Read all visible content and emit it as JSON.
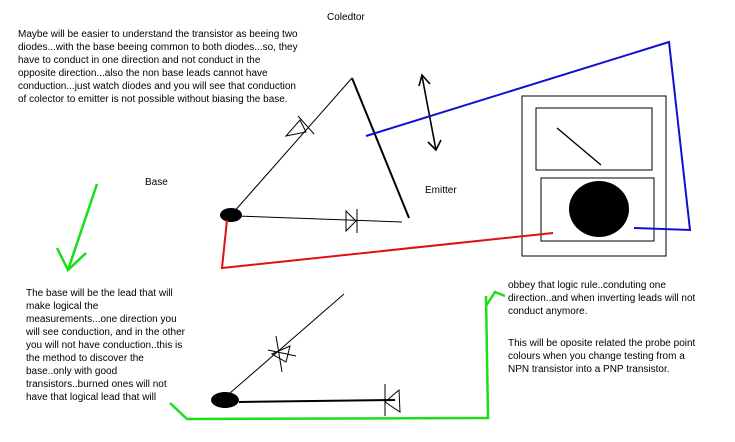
{
  "labels": {
    "collector": "Coledtor",
    "base": "Base",
    "emitter": "Emitter"
  },
  "notes": {
    "top": "Maybe will be easier to understand the transistor as beeing two diodes...with the base beeing common to both diodes...so, they have to conduct in one direction and not conduct in the opposite direction...also the non base leads cannot have conduction...just watch diodes and you will see that conduction of colector to emitter is not possible without biasing the base.",
    "left": "The base will be the lead that will make logical the measurements...one direction you will see conduction, and in the other you will not have conduction..this is the method to discover the base..only with good transistors..burned ones will not have that logical lead that will",
    "right_1": "obbey that logic rule..conduting one direction..and when inverting leads will not conduct anymore.",
    "right_2": "This will be oposite related the probe point colours when you change testing from a NPN transistor into a PNP transistor."
  },
  "colors": {
    "ink": "#000000",
    "probe_red": "#e01010",
    "probe_blue": "#1010d0",
    "arrow_green": "#18e018",
    "background": "#ffffff"
  }
}
